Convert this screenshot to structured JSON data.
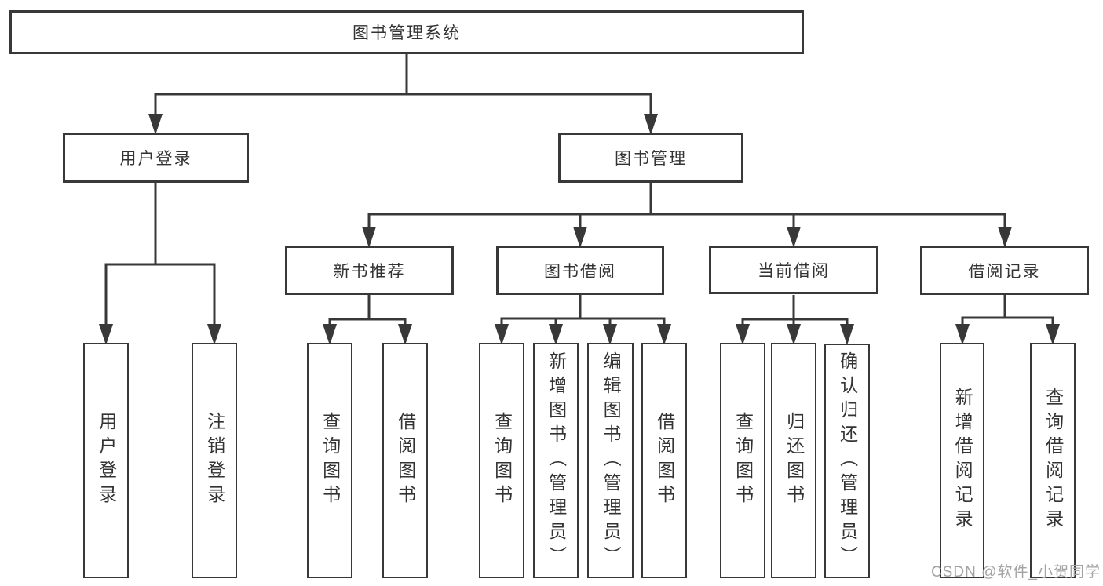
{
  "tree": {
    "root": "图书管理系统",
    "branches": [
      {
        "label": "用户登录",
        "children": [
          "用户登录",
          "注销登录"
        ]
      },
      {
        "label": "图书管理",
        "children": [
          {
            "label": "新书推荐",
            "children": [
              "查询图书",
              "借阅图书"
            ]
          },
          {
            "label": "图书借阅",
            "children": [
              "查询图书",
              "新增图书（管理员）",
              "编辑图书（管理员）",
              "借阅图书"
            ]
          },
          {
            "label": "当前借阅",
            "children": [
              "查询图书",
              "归还图书",
              "确认归还（管理员）"
            ]
          },
          {
            "label": "借阅记录",
            "children": [
              "新增借阅记录",
              "查询借阅记录"
            ]
          }
        ]
      }
    ]
  },
  "watermark": "CSDN @软件_小贺同学",
  "colors": {
    "line": "#383838",
    "box_border": "#383838",
    "box_fill": "#ffffff",
    "text": "#333333",
    "watermark": "#a3a3a3",
    "background": "#ffffff"
  }
}
